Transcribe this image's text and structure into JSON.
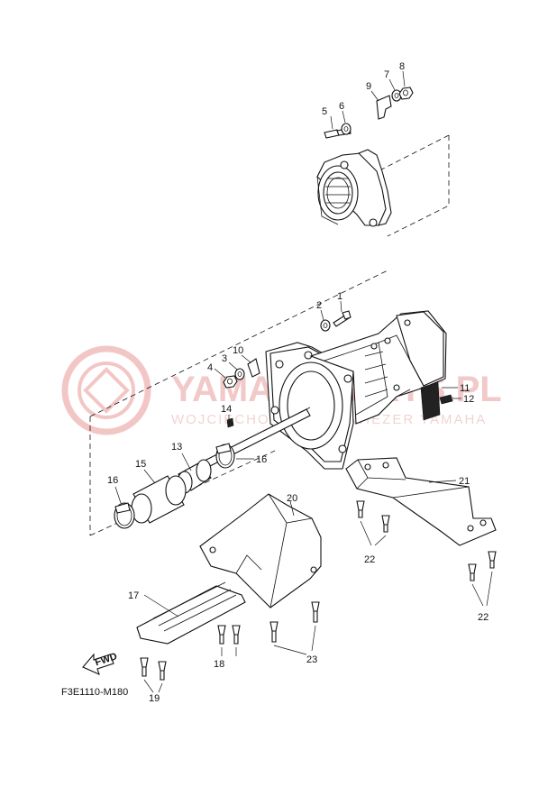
{
  "watermark": {
    "main_text": "YAMAHAPARTS.PL",
    "sub_text": "WOJCIECHOWSKI NOZWIEZER YAMAHA"
  },
  "figure_code": "F3E1110-M180",
  "fwd_label": "FWD",
  "callouts": {
    "c1": "1",
    "c2": "2",
    "c3": "3",
    "c4": "4",
    "c5": "5",
    "c6": "6",
    "c7": "7",
    "c8": "8",
    "c9": "9",
    "c10": "10",
    "c11": "11",
    "c12": "12",
    "c13": "13",
    "c14": "14",
    "c15": "15",
    "c16a": "16",
    "c16b": "16",
    "c17": "17",
    "c18": "18",
    "c19": "19",
    "c20": "20",
    "c21": "21",
    "c22a": "22",
    "c22b": "22",
    "c23": "23"
  },
  "colors": {
    "line": "#111111",
    "watermark": "#e8a8a8"
  }
}
